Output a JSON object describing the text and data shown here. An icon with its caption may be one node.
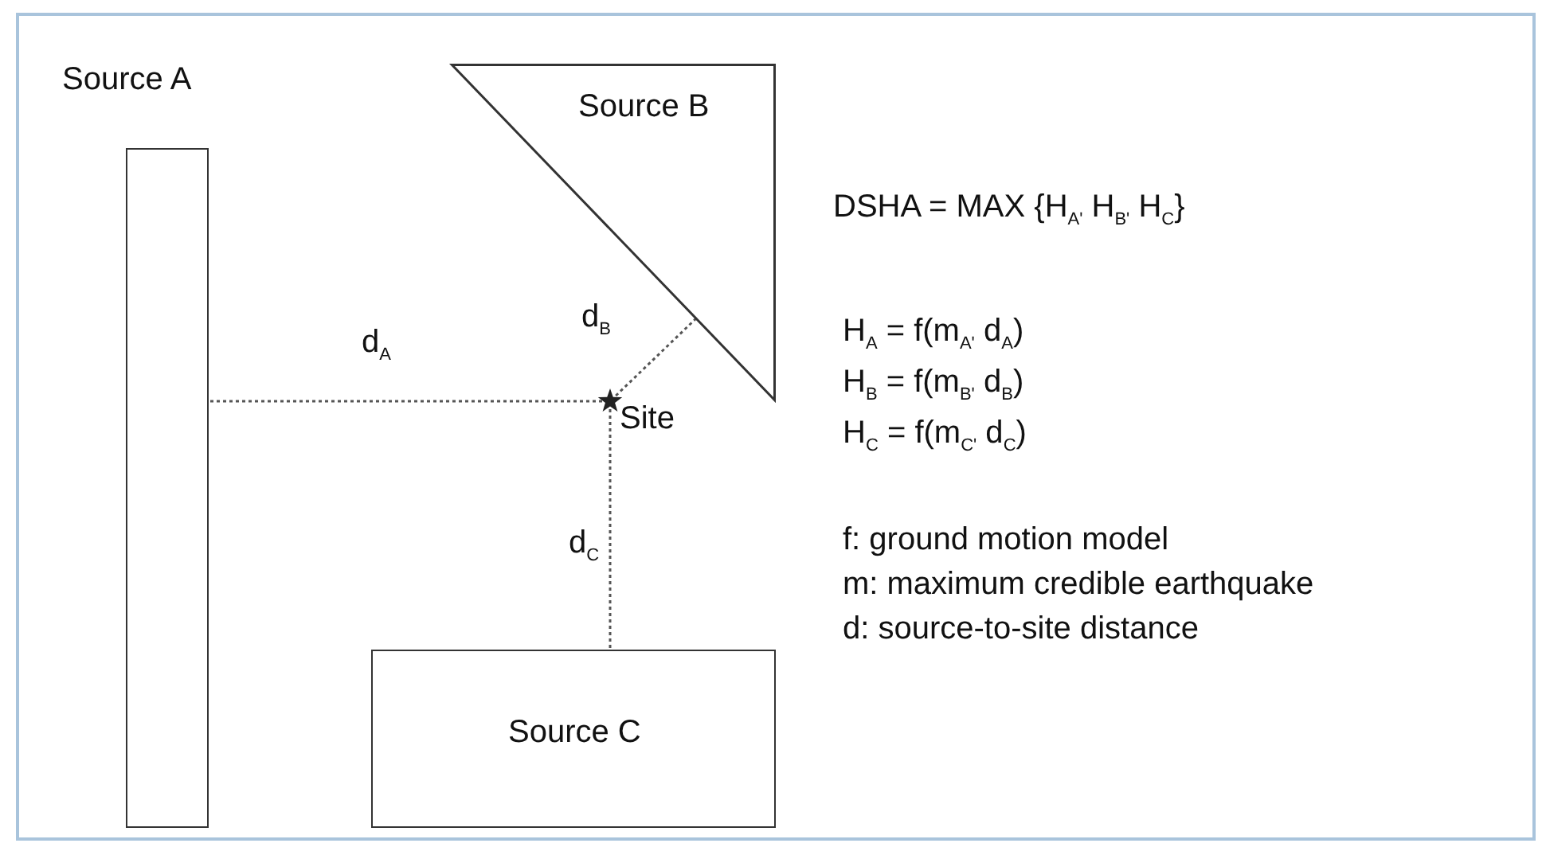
{
  "diagram": {
    "nodes": [
      {
        "text": [
          "Source A"
        ]
      },
      {
        "text": [
          "Source B"
        ]
      },
      {
        "text": [
          "Source C"
        ]
      },
      {
        "text": [],
        "shape": "star",
        "beside": [
          "Site"
        ]
      }
    ],
    "edges": [
      {
        "from": 3,
        "to": 0,
        "arrow": "none",
        "label": "d$_{A}$"
      },
      {
        "from": 3,
        "to": 1,
        "arrow": "none",
        "label": "d$_{B}$"
      },
      {
        "from": 3,
        "to": 2,
        "arrow": "none",
        "label": "d$_{C}$"
      }
    ],
    "labels": [
      "DSHA = MAX {H$_{A'}$ H$_{B'}$ H$_{C}$}",
      "H$_{A}$ = f(m$_{A'}$ d$_{A}$)",
      "H$_{B}$ = f(m$_{B'}$ d$_{B}$)",
      "H$_{C}$ = f(m$_{C'}$ d$_{C}$)",
      "f: ground motion model",
      "m: maximum credible earthquake",
      "d: source-to-site distance"
    ]
  }
}
